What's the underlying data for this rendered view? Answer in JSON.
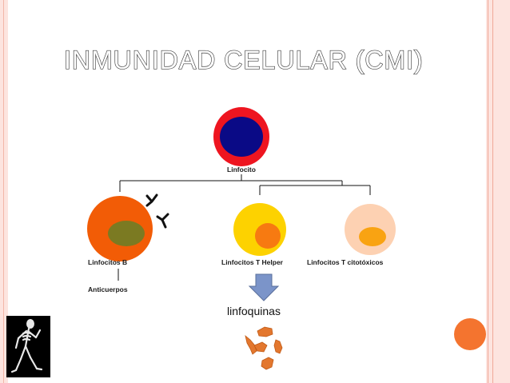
{
  "slide": {
    "title": "INMUNIDAD CELULAR (CMI)"
  },
  "diagram": {
    "root_label": "Linfocito",
    "branches": [
      {
        "label": "Linfocitos B"
      },
      {
        "label": "Linfocitos T Helper"
      },
      {
        "label": "Linfocitos T  citotóxicos"
      }
    ],
    "b_product_label": "Anticuerpos",
    "helper_product_label": "linfoquinas"
  },
  "colors": {
    "frame": "#fde4df",
    "accent_circle": "#f4742f",
    "root_outer": "#ee1520",
    "root_nucleus": "#0a0a86",
    "b_cell": "#f25c06",
    "b_nucleus": "#7b7a22",
    "helper_cell": "#fdd200",
    "helper_nucleus": "#f77a11",
    "cyto_cell": "#fdd1b2",
    "cyto_nucleus": "#f9a312",
    "arrow": "#7b94c9"
  }
}
